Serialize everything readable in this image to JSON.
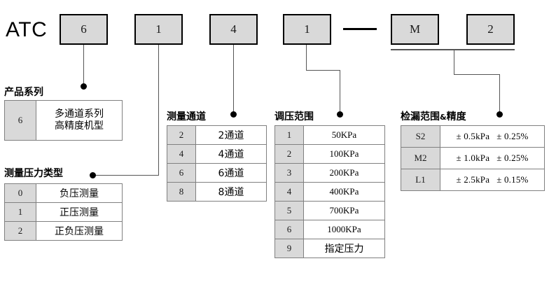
{
  "model_code": {
    "prefix": "ATC",
    "separator": "—",
    "segments": [
      {
        "name": "series",
        "value": "6"
      },
      {
        "name": "pressure-type",
        "value": "1"
      },
      {
        "name": "channel",
        "value": "4"
      },
      {
        "name": "pressure-range",
        "value": "1"
      },
      {
        "name": "leak-class-letter",
        "value": "M"
      },
      {
        "name": "leak-class-number",
        "value": "2"
      }
    ]
  },
  "sections": {
    "series": {
      "caption": "产品系列",
      "rows": [
        {
          "code": "6",
          "line1": "多通道系列",
          "line2": "高精度机型"
        }
      ]
    },
    "pressure_type": {
      "caption": "测量压力类型",
      "rows": [
        {
          "code": "0",
          "desc": "负压测量"
        },
        {
          "code": "1",
          "desc": "正压测量"
        },
        {
          "code": "2",
          "desc": "正负压测量"
        }
      ]
    },
    "channel": {
      "caption": "测量通道",
      "rows": [
        {
          "code": "2",
          "desc": "2通道"
        },
        {
          "code": "4",
          "desc": "4通道"
        },
        {
          "code": "6",
          "desc": "6通道"
        },
        {
          "code": "8",
          "desc": "8通道"
        }
      ]
    },
    "pressure_range": {
      "caption": "调压范围",
      "rows": [
        {
          "code": "1",
          "desc": "50KPa"
        },
        {
          "code": "2",
          "desc": "100KPa"
        },
        {
          "code": "3",
          "desc": "200KPa"
        },
        {
          "code": "4",
          "desc": "400KPa"
        },
        {
          "code": "5",
          "desc": "700KPa"
        },
        {
          "code": "6",
          "desc": "1000KPa"
        },
        {
          "code": "9",
          "desc": "指定压力"
        }
      ]
    },
    "leak_detection": {
      "caption_main": "检漏范围",
      "caption_amp": "&",
      "caption_tail": "精度",
      "rows": [
        {
          "code": "S2",
          "range": "± 0.5kPa",
          "accuracy": "± 0.25%"
        },
        {
          "code": "M2",
          "range": "± 1.0kPa",
          "accuracy": "± 0.25%"
        },
        {
          "code": "L1",
          "range": "± 2.5kPa",
          "accuracy": "± 0.15%"
        }
      ]
    }
  },
  "colors": {
    "box_fill": "#d9d9d9",
    "box_border": "#000000",
    "table_border": "#808080",
    "line": "#555555",
    "dot": "#000000"
  }
}
